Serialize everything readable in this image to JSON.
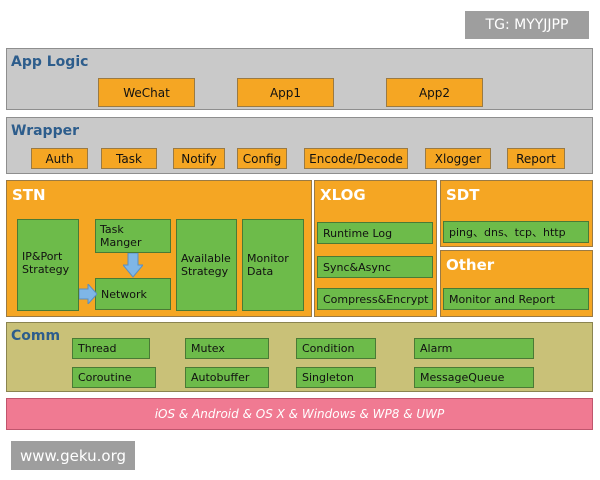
{
  "watermark_top": "TG: MYYJJPP",
  "watermark_bottom": "www.geku.org",
  "app_logic": {
    "title": "App Logic",
    "items": [
      "WeChat",
      "App1",
      "App2"
    ]
  },
  "wrapper": {
    "title": "Wrapper",
    "items": [
      "Auth",
      "Task",
      "Notify",
      "Config",
      "Encode/Decode",
      "Xlogger",
      "Report"
    ]
  },
  "stn": {
    "title": "STN",
    "ip_port": "IP&Port\nStrategy",
    "task_manger": "Task\nManger",
    "network": "Network",
    "available_strategy": "Available\nStrategy",
    "monitor_data": "Monitor\nData"
  },
  "xlog": {
    "title": "XLOG",
    "items": [
      "Runtime Log",
      "Sync&Async",
      "Compress&Encrypt"
    ]
  },
  "sdt": {
    "title": "SDT",
    "item": "ping、dns、tcp、http"
  },
  "other": {
    "title": "Other",
    "item": "Monitor and Report"
  },
  "comm": {
    "title": "Comm",
    "items": [
      "Thread",
      "Mutex",
      "Condition",
      "Alarm",
      "Coroutine",
      "Autobuffer",
      "Singleton",
      "MessageQueue"
    ]
  },
  "platform": {
    "text": "iOS & Android & OS X & Windows & WP8 & UWP"
  },
  "colors": {
    "gray_layer": "#c9c9c9",
    "orange": "#f5a623",
    "green": "#6dbb4a",
    "olive": "#c9c178",
    "pink": "#f07a92",
    "title_blue": "#2d5d8c"
  }
}
